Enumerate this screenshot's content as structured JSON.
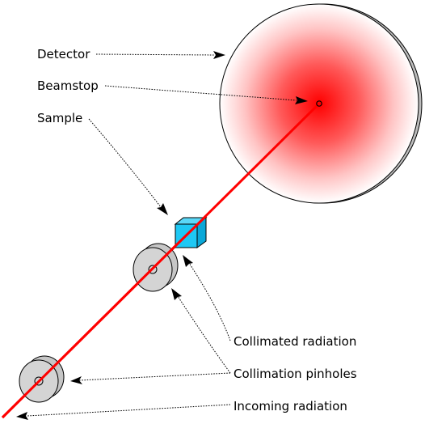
{
  "labels": {
    "detector": "Detector",
    "beamstop": "Beamstop",
    "sample": "Sample",
    "collimated_radiation": "Collimated radiation",
    "collimation_pinholes": "Collimation pinholes",
    "incoming_radiation": "Incoming radiation"
  },
  "colors": {
    "beam": "#ff0000",
    "detector_center": "#ff1a1a",
    "detector_edge": "#ffffff",
    "sample_face": "#1ec8f4",
    "sample_top": "#5ad8f8",
    "sample_side": "#0aa8d8",
    "pinhole_disc": "#d4d4d4",
    "pinhole_back": "#c6c6c6"
  },
  "icons": {
    "detector": "detector-disc-icon",
    "beamstop": "beamstop-dot-icon",
    "sample": "sample-cube-icon",
    "pinhole": "pinhole-disc-icon"
  }
}
